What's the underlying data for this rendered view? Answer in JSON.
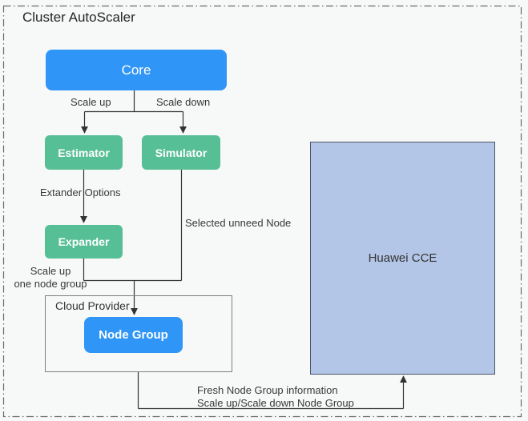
{
  "diagram": {
    "title": "Cluster AutoScaler",
    "nodes": {
      "core": {
        "label": "Core"
      },
      "estimator": {
        "label": "Estimator"
      },
      "simulator": {
        "label": "Simulator"
      },
      "expander": {
        "label": "Expander"
      },
      "cloud_provider": {
        "label": "Cloud Provider"
      },
      "node_group": {
        "label": "Node Group"
      },
      "huawei_cce": {
        "label": "Huawei CCE"
      }
    },
    "edge_labels": {
      "scale_up": "Scale up",
      "scale_down": "Scale down",
      "extander_options": "Extander Options",
      "selected_unneed_node": "Selected unneed Node",
      "scale_up_one_node_group_line1": "Scale up",
      "scale_up_one_node_group_line2": "one node group",
      "fresh_node_group_line1": "Fresh Node Group information",
      "fresh_node_group_line2": "Scale up/Scale down Node Group"
    },
    "colors": {
      "background": "#F7F8F8",
      "blue_box": "#2F96F8",
      "green_box": "#57BF96",
      "huawei_fill": "#B4C6E7",
      "huawei_border": "#4D5566",
      "connector_line": "#333333",
      "dashed_border": "#6B6B6B"
    }
  }
}
